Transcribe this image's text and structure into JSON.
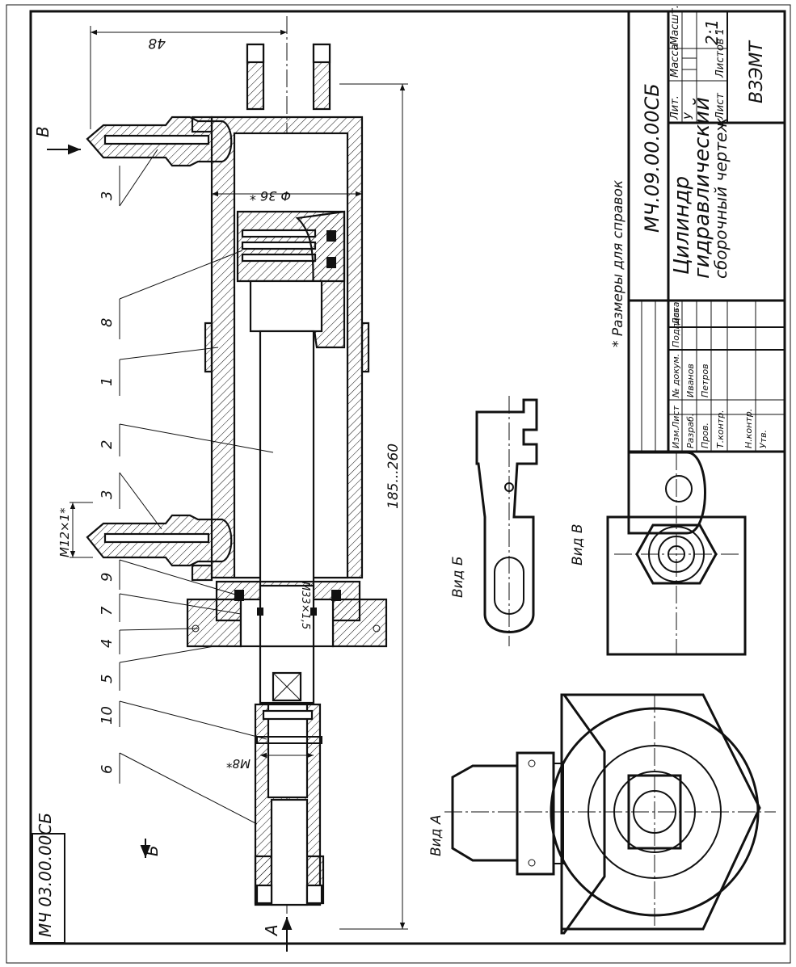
{
  "frame_label": "МЧ 03.00.00СБ",
  "note": "* Размеры для справок",
  "views": {
    "a": "Вид А",
    "b": "Вид Б",
    "v": "Вид В"
  },
  "arrows": {
    "a": "А",
    "b": "Б",
    "v": "В"
  },
  "dimensions": {
    "d48": "48",
    "d36": "Φ 36 *",
    "length": "185...260",
    "m12": "M12×1*",
    "m33": "M33×1,5",
    "m8": "M8*"
  },
  "callouts": [
    "3",
    "8",
    "1",
    "2",
    "3",
    "9",
    "7",
    "4",
    "5",
    "10",
    "6"
  ],
  "title_block": {
    "doc_code": "МЧ.09.00.00СБ",
    "name_line1": "Цилиндр",
    "name_line2": "гидравлический",
    "name_line3": "сборочный чертеж",
    "col_lit": "Лит.",
    "col_mass": "Масса",
    "col_scale": "Масшт.",
    "lit_value": "У",
    "scale_value": "2:1",
    "sheet_label": "Лист",
    "sheets_label": "Листов 1",
    "org": "ВЗЭМТ",
    "hdr_izm": "Изм.",
    "hdr_list": "Лист",
    "hdr_doc": "№ докум.",
    "hdr_sign": "Подпись",
    "hdr_date": "Дата",
    "razrab": "Разраб.",
    "razrab_name": "Иванов",
    "prov": "Пров.",
    "prov_name": "Петров",
    "tkontr": "Т.контр.",
    "nkontr": "Н.контр.",
    "utv": "Утв."
  }
}
